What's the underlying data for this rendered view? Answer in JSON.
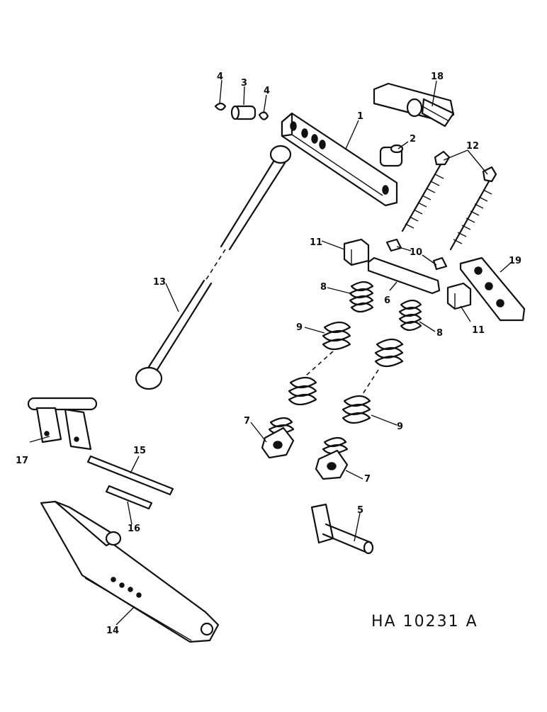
{
  "diagram": {
    "reference_code": "HA 10231 A",
    "callouts": {
      "c1": "1",
      "c2": "2",
      "c3": "3",
      "c4a": "4",
      "c4b": "4",
      "c5": "5",
      "c6": "6",
      "c7a": "7",
      "c7b": "7",
      "c8a": "8",
      "c8b": "8",
      "c9a": "9",
      "c9b": "9",
      "c10": "10",
      "c11a": "11",
      "c11b": "11",
      "c12": "12",
      "c13": "13",
      "c14": "14",
      "c15": "15",
      "c16": "16",
      "c17": "17",
      "c18": "18",
      "c19": "19"
    }
  }
}
